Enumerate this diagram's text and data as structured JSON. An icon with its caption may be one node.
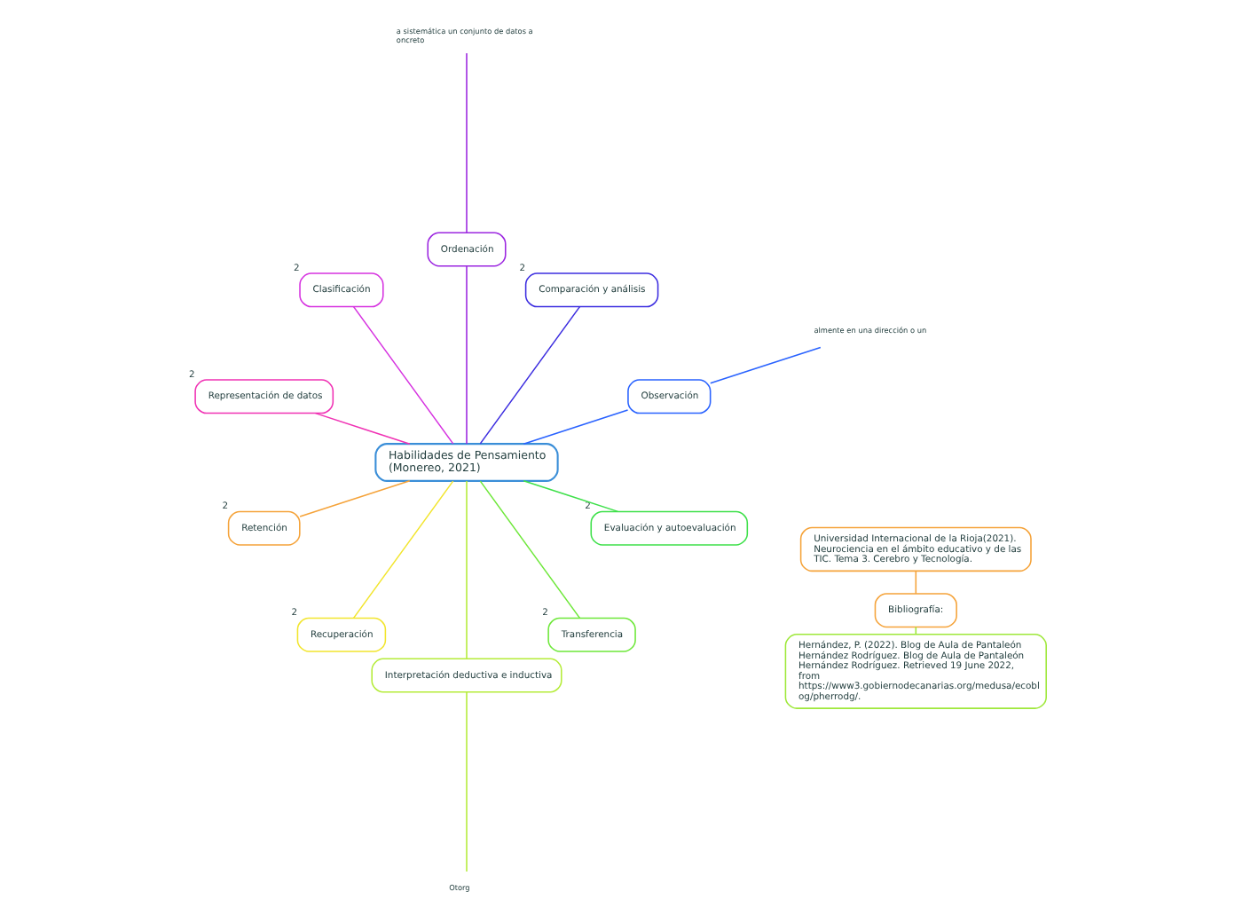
{
  "diagram": {
    "nodes": [
      {
        "text": [
          "Habilidades de Pensamiento (Monereo, 2021)"
        ]
      },
      {
        "text": [
          "Observación"
        ]
      },
      {
        "text": [
          "almente en una dirección o un"
        ]
      },
      {
        "text": [
          "Comparación y análisis"
        ],
        "beside": [
          "2"
        ]
      },
      {
        "text": [
          "Ordenación"
        ]
      },
      {
        "text": [
          "a sistemática un conjunto de datos a oncreto"
        ]
      },
      {
        "text": [
          "Clasificación"
        ],
        "beside": [
          "2"
        ]
      },
      {
        "text": [
          "Representación de datos"
        ],
        "beside": [
          "2"
        ]
      },
      {
        "text": [
          "Retención"
        ],
        "beside": [
          "2"
        ]
      },
      {
        "text": [
          "Recuperación"
        ],
        "beside": [
          "2"
        ]
      },
      {
        "text": [
          "Interpretación deductiva e inductiva"
        ]
      },
      {
        "text": [
          "Otorg"
        ]
      },
      {
        "text": [
          "Transferencia"
        ],
        "beside": [
          "2"
        ]
      },
      {
        "text": [
          "Evaluación y autoevaluación"
        ],
        "beside": [
          "2"
        ]
      },
      {
        "text": [
          "Bibliografía:"
        ]
      },
      {
        "text": [
          "Universidad Internacional de la Rioja(2021). Neurociencia en el ámbito educativo y de las TIC. Tema 3. Cerebro y Tecnología."
        ]
      },
      {
        "text": [
          "Hernández, P. (2022). Blog de Aula de Pantaleón Hernández Rodríguez. Blog de Aula de Pantaleón Hernández Rodríguez. Retrieved 19 June 2022, from https://www3.gobiernodecanarias.org/medusa/ecoblog/pherrodg/."
        ]
      }
    ],
    "edges": [
      {
        "from": 0,
        "to": 1,
        "arrow": "none",
        "color": "#2962ff"
      },
      {
        "from": 1,
        "to": 2,
        "arrow": "none",
        "color": "#2962ff"
      },
      {
        "from": 0,
        "to": 3,
        "arrow": "none",
        "color": "#3d2ee0"
      },
      {
        "from": 0,
        "to": 4,
        "arrow": "none",
        "color": "#9c27e0"
      },
      {
        "from": 4,
        "to": 5,
        "arrow": "none",
        "color": "#9c27e0"
      },
      {
        "from": 0,
        "to": 6,
        "arrow": "none",
        "color": "#d633e0"
      },
      {
        "from": 0,
        "to": 7,
        "arrow": "none",
        "color": "#f032b4"
      },
      {
        "from": 0,
        "to": 8,
        "arrow": "none",
        "color": "#f5a33a"
      },
      {
        "from": 0,
        "to": 9,
        "arrow": "none",
        "color": "#f2e52e"
      },
      {
        "from": 0,
        "to": 10,
        "arrow": "none",
        "color": "#b5ec3a"
      },
      {
        "from": 10,
        "to": 11,
        "arrow": "none",
        "color": "#b5ec3a"
      },
      {
        "from": 0,
        "to": 12,
        "arrow": "none",
        "color": "#6ee83a"
      },
      {
        "from": 0,
        "to": 13,
        "arrow": "none",
        "color": "#3ee04a"
      },
      {
        "from": 14,
        "to": 15,
        "arrow": "none",
        "color": "#f5a33a"
      },
      {
        "from": 14,
        "to": 16,
        "arrow": "none",
        "color": "#9ee83a"
      }
    ]
  }
}
